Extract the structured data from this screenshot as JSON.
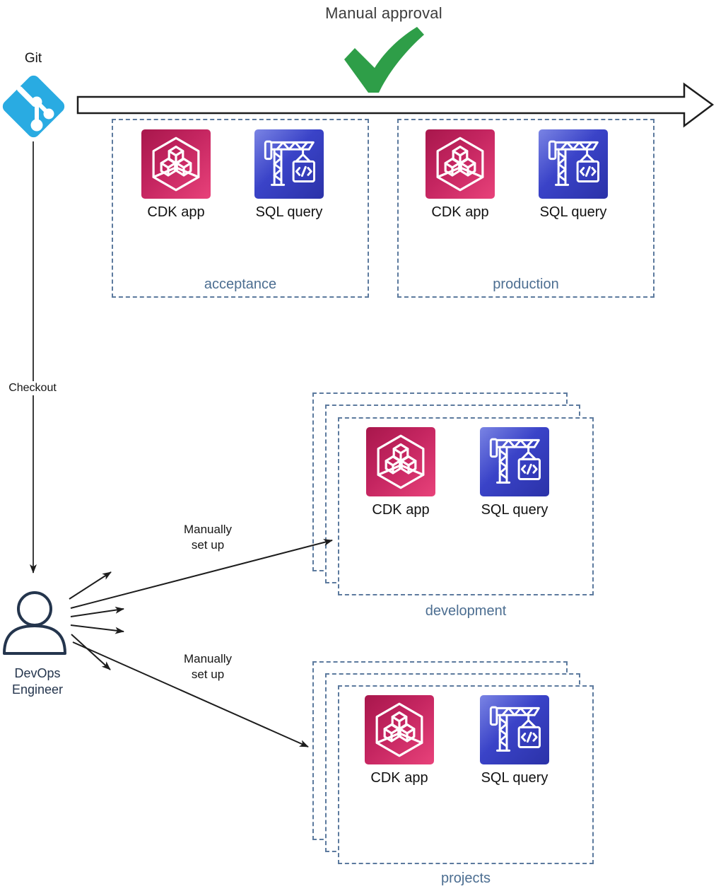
{
  "title": "Manual approval",
  "git": {
    "label": "Git"
  },
  "checkout": {
    "label": "Checkout"
  },
  "devops_engineer": {
    "line1": "DevOps",
    "line2": "Engineer"
  },
  "manual_setup": {
    "line1": "Manually",
    "line2": "set up"
  },
  "resources": {
    "cdk": "CDK app",
    "sql": "SQL query"
  },
  "environments": [
    {
      "label": "acceptance"
    },
    {
      "label": "production"
    },
    {
      "label": "development"
    },
    {
      "label": "projects"
    }
  ],
  "icons": {
    "git": "git-branch-icon",
    "approval": "green-checkmark-icon",
    "cdk": "cdk-app-icon",
    "sql": "cloudformation-crane-icon",
    "person": "devops-engineer-person-icon",
    "pipeline": "pipeline-arrow"
  },
  "colors": {
    "git_cyan": "#29ABE2",
    "check_green": "#2E9E48",
    "env_label_blue": "#4C6E91",
    "dashed_border": "#5C7A9E",
    "cdk_gradient_start": "#A8174C",
    "cdk_gradient_end": "#E8427A",
    "sql_gradient_start": "#7A84E4",
    "sql_gradient_end": "#2B32A8",
    "person_navy": "#24354D",
    "arrow_black": "#1d1d1d"
  }
}
